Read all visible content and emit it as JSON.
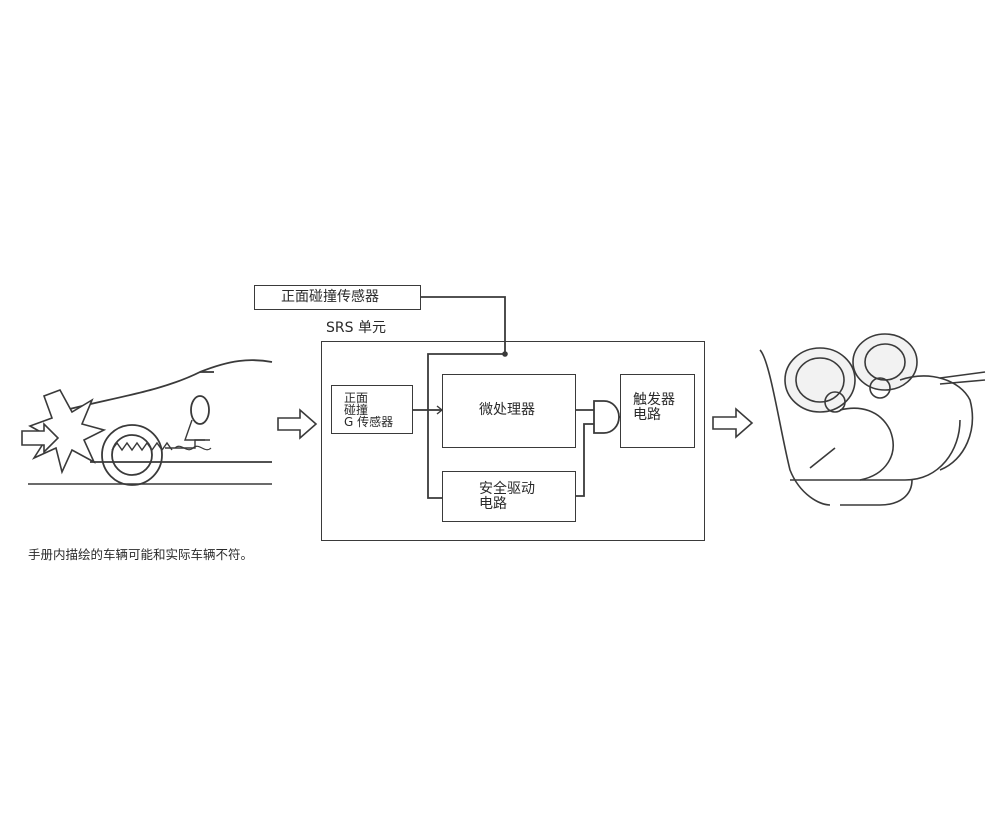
{
  "diagram": {
    "front_sensor_label": "正面碰撞传感器",
    "srs_unit_label": "SRS 单元",
    "g_sensor_label": "正面\n碰撞\nG 传感器",
    "microprocessor_label": "微处理器",
    "trigger_circuit_label": "触发器\n电路",
    "safety_drive_label": "安全驱动\n电路",
    "footnote": "手册内描绘的车辆可能和实际车辆不符。"
  }
}
